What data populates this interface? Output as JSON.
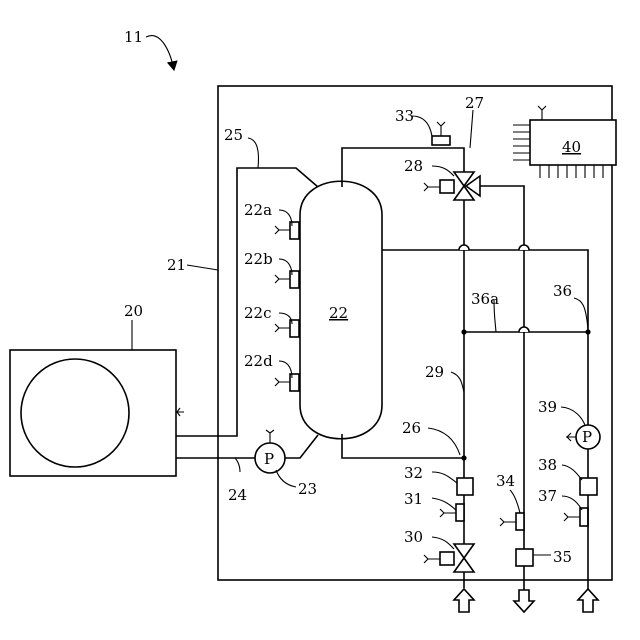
{
  "labels": {
    "system": "11",
    "outdoor_unit": "20",
    "pipe_21": "21",
    "tank": "22",
    "sensor_22a": "22a",
    "sensor_22b": "22b",
    "sensor_22c": "22c",
    "sensor_22d": "22d",
    "pump_23": "23",
    "pipe_24": "24",
    "pipe_25": "25",
    "pipe_26": "26",
    "pipe_27": "27",
    "valve_28": "28",
    "pipe_29": "29",
    "valve_30": "30",
    "sensor_31": "31",
    "sensor_32": "32",
    "sensor_33": "33",
    "sensor_34": "34",
    "box_35": "35",
    "pipe_36": "36",
    "pipe_36a": "36a",
    "sensor_37": "37",
    "sensor_38": "38",
    "pump_39": "39",
    "controller": "40"
  },
  "pump_symbol": "P"
}
